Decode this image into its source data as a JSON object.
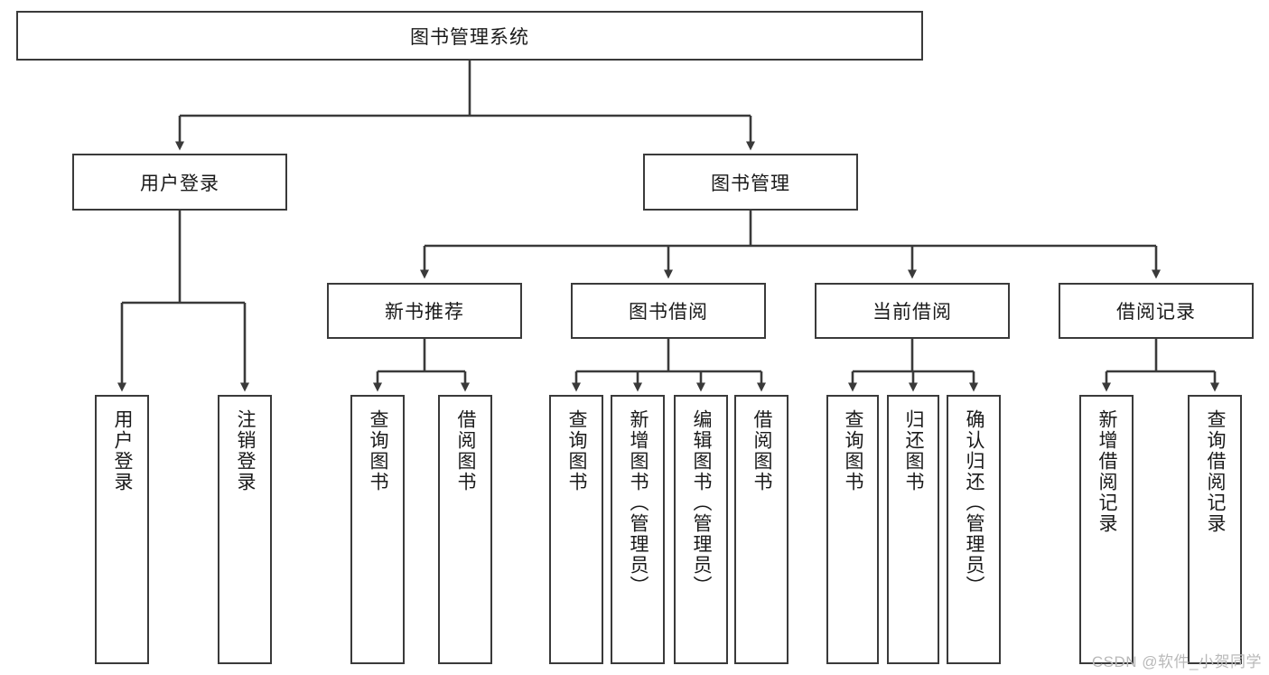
{
  "diagram": {
    "title": "图书管理系统",
    "orientation": "top-down-tree",
    "line_color": "#3a3a3a",
    "box_fill": "#ffffff",
    "text_color": "#1a1a1a"
  },
  "root": {
    "label": "图书管理系统"
  },
  "level2": [
    {
      "label": "用户登录"
    },
    {
      "label": "图书管理"
    }
  ],
  "level3": [
    {
      "label": "新书推荐"
    },
    {
      "label": "图书借阅"
    },
    {
      "label": "当前借阅"
    },
    {
      "label": "借阅记录"
    }
  ],
  "leaves": {
    "user_login": [
      {
        "label": "用户登录"
      },
      {
        "label": "注销登录"
      }
    ],
    "new_book_recommend": [
      {
        "label": "查询图书"
      },
      {
        "label": "借阅图书"
      }
    ],
    "book_borrow": [
      {
        "label": "查询图书"
      },
      {
        "label": "新增图书（管理员）"
      },
      {
        "label": "编辑图书（管理员）"
      },
      {
        "label": "借阅图书"
      }
    ],
    "current_borrow": [
      {
        "label": "查询图书"
      },
      {
        "label": "归还图书"
      },
      {
        "label": "确认归还（管理员）"
      }
    ],
    "borrow_record": [
      {
        "label": "新增借阅记录"
      },
      {
        "label": "查询借阅记录"
      }
    ]
  },
  "watermark": {
    "text": "CSDN @软件_小贺同学"
  }
}
